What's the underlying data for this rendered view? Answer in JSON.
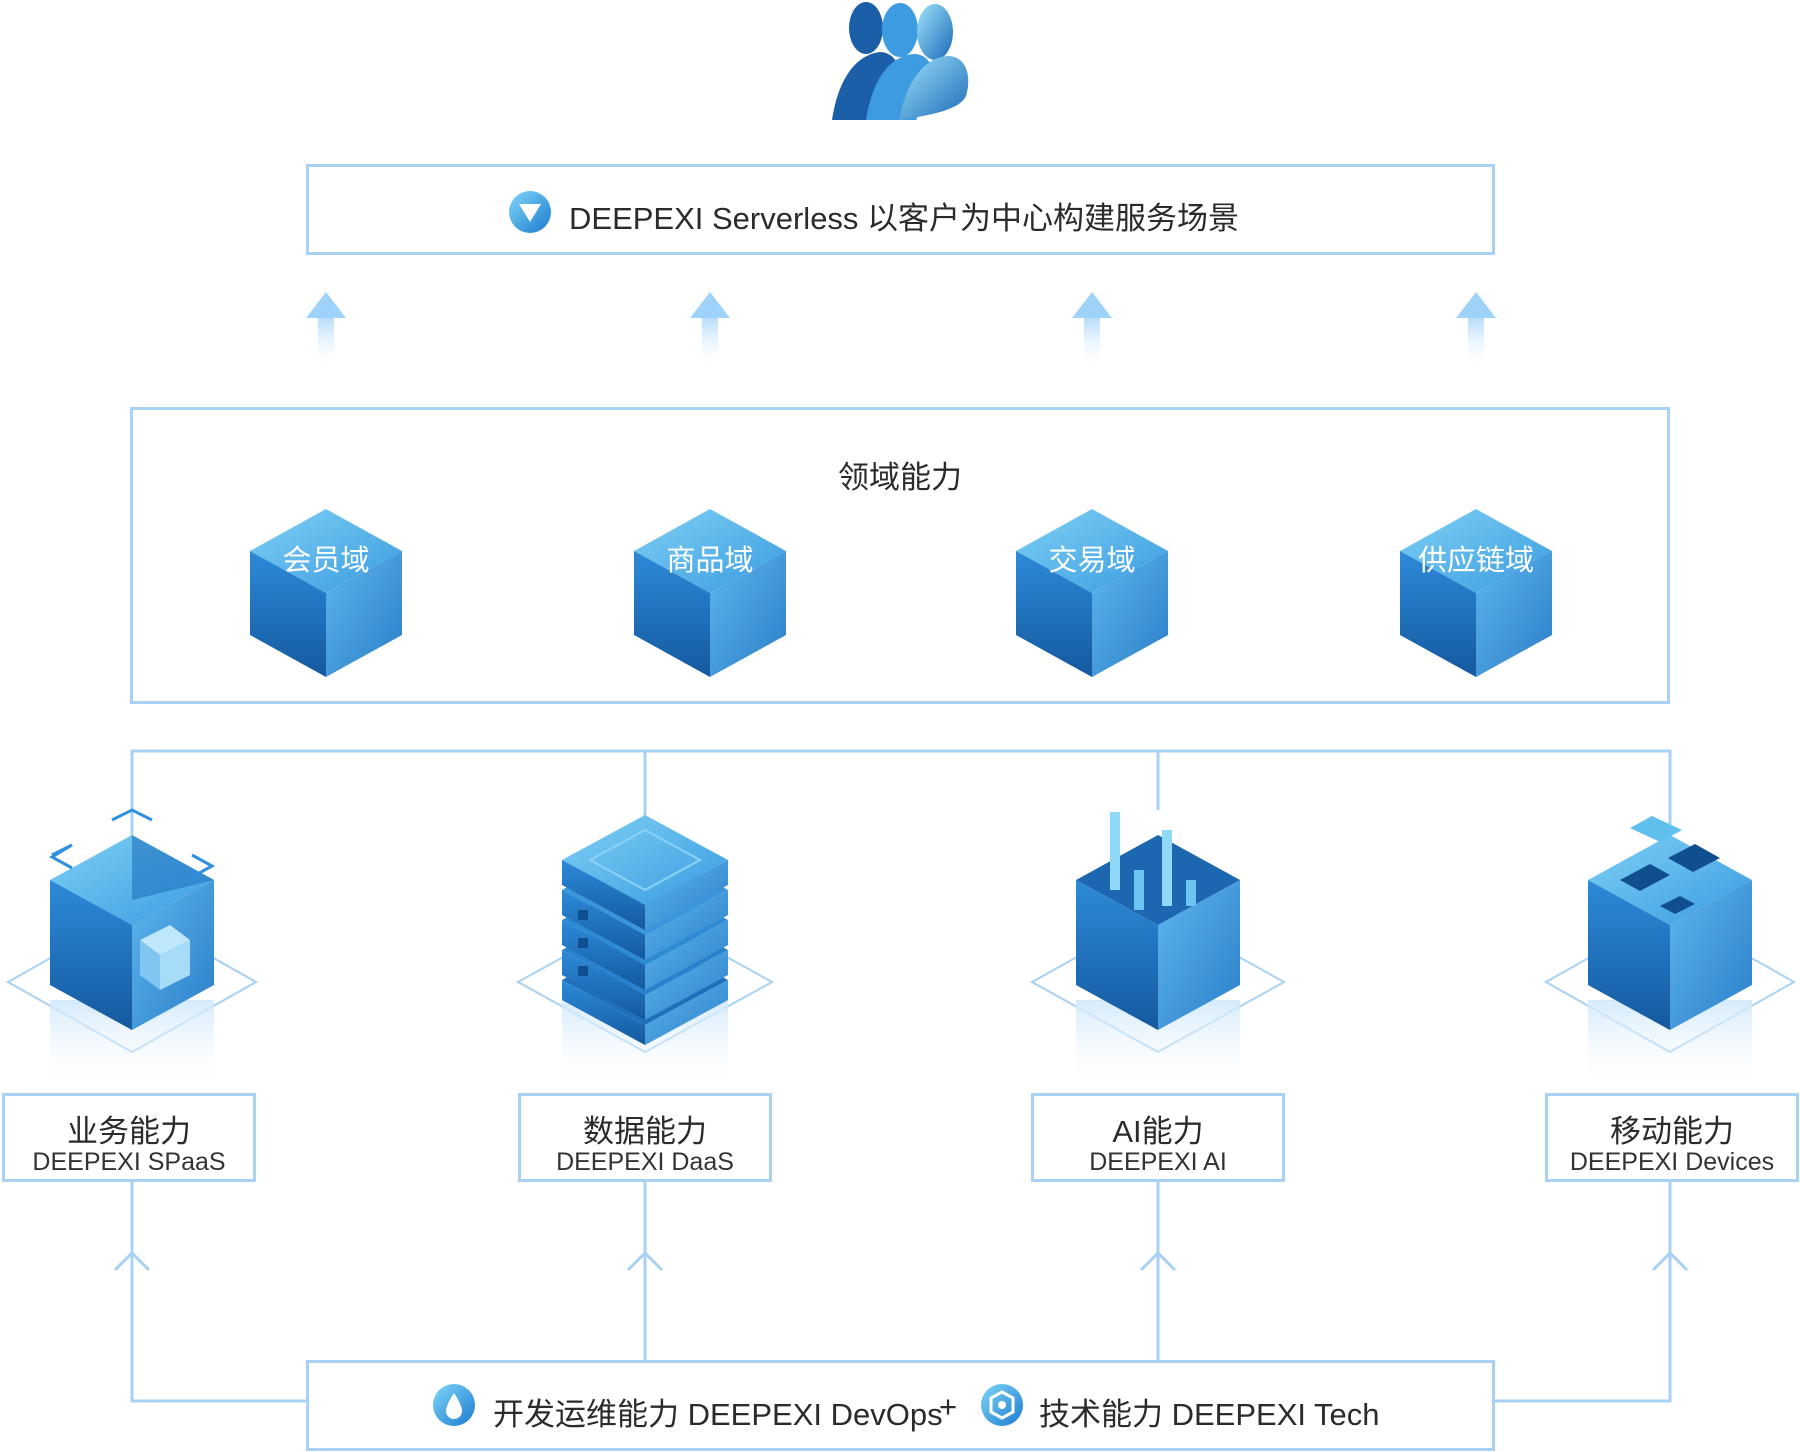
{
  "top": {
    "text": "DEEPEXI Serverless 以客户为中心构建服务场景",
    "icon": "deepexi-logo-icon"
  },
  "domain": {
    "title": "领域能力",
    "cubes": [
      "会员域",
      "商品域",
      "交易域",
      "供应链域"
    ]
  },
  "capabilities": [
    {
      "name": "业务能力",
      "product": "DEEPEXI SPaaS",
      "icon": "business-cube-icon"
    },
    {
      "name": "数据能力",
      "product": "DEEPEXI DaaS",
      "icon": "data-server-icon"
    },
    {
      "name": "AI能力",
      "product": "DEEPEXI AI",
      "icon": "ai-chart-cube-icon"
    },
    {
      "name": "移动能力",
      "product": "DEEPEXI Devices",
      "icon": "mobile-cube-icon"
    }
  ],
  "bottom": {
    "devops": "开发运维能力 DEEPEXI DevOps",
    "plus": "+",
    "tech": "技术能力 DEEPEXI Tech"
  },
  "colors": {
    "line": "#a8d1f4",
    "cube_light": "#5db8ea",
    "cube_dark": "#1765b4",
    "arrow": "#bfe0fa"
  }
}
